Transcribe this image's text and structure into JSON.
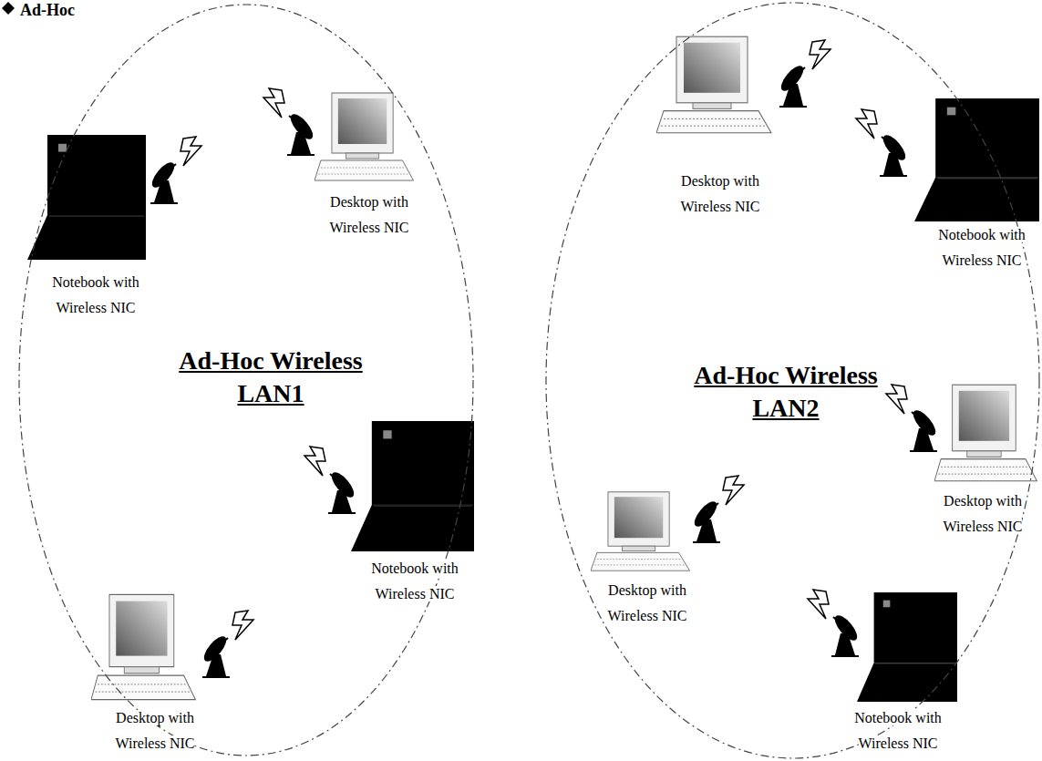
{
  "diagram": {
    "title": "Ad-Hoc",
    "nodes": [
      {
        "text": [
          "Ad-Hoc Wireless LAN1"
        ]
      },
      {
        "text": [
          "Notebook with Wireless NIC"
        ],
        "in": 0
      },
      {
        "text": [
          "Desktop with Wireless NIC"
        ],
        "in": 0
      },
      {
        "text": [
          "Notebook with Wireless NIC"
        ],
        "in": 0
      },
      {
        "text": [
          "Desktop with Wireless NIC"
        ],
        "in": 0
      },
      {
        "text": [
          "Ad-Hoc Wireless LAN2"
        ]
      },
      {
        "text": [
          "Desktop with Wireless NIC"
        ],
        "in": 5
      },
      {
        "text": [
          "Notebook with Wireless NIC"
        ],
        "in": 5
      },
      {
        "text": [
          "Desktop with Wireless NIC"
        ],
        "in": 5
      },
      {
        "text": [
          "Desktop with Wireless NIC"
        ],
        "in": 5
      },
      {
        "text": [
          "Notebook with Wireless NIC"
        ],
        "in": 5
      }
    ]
  }
}
